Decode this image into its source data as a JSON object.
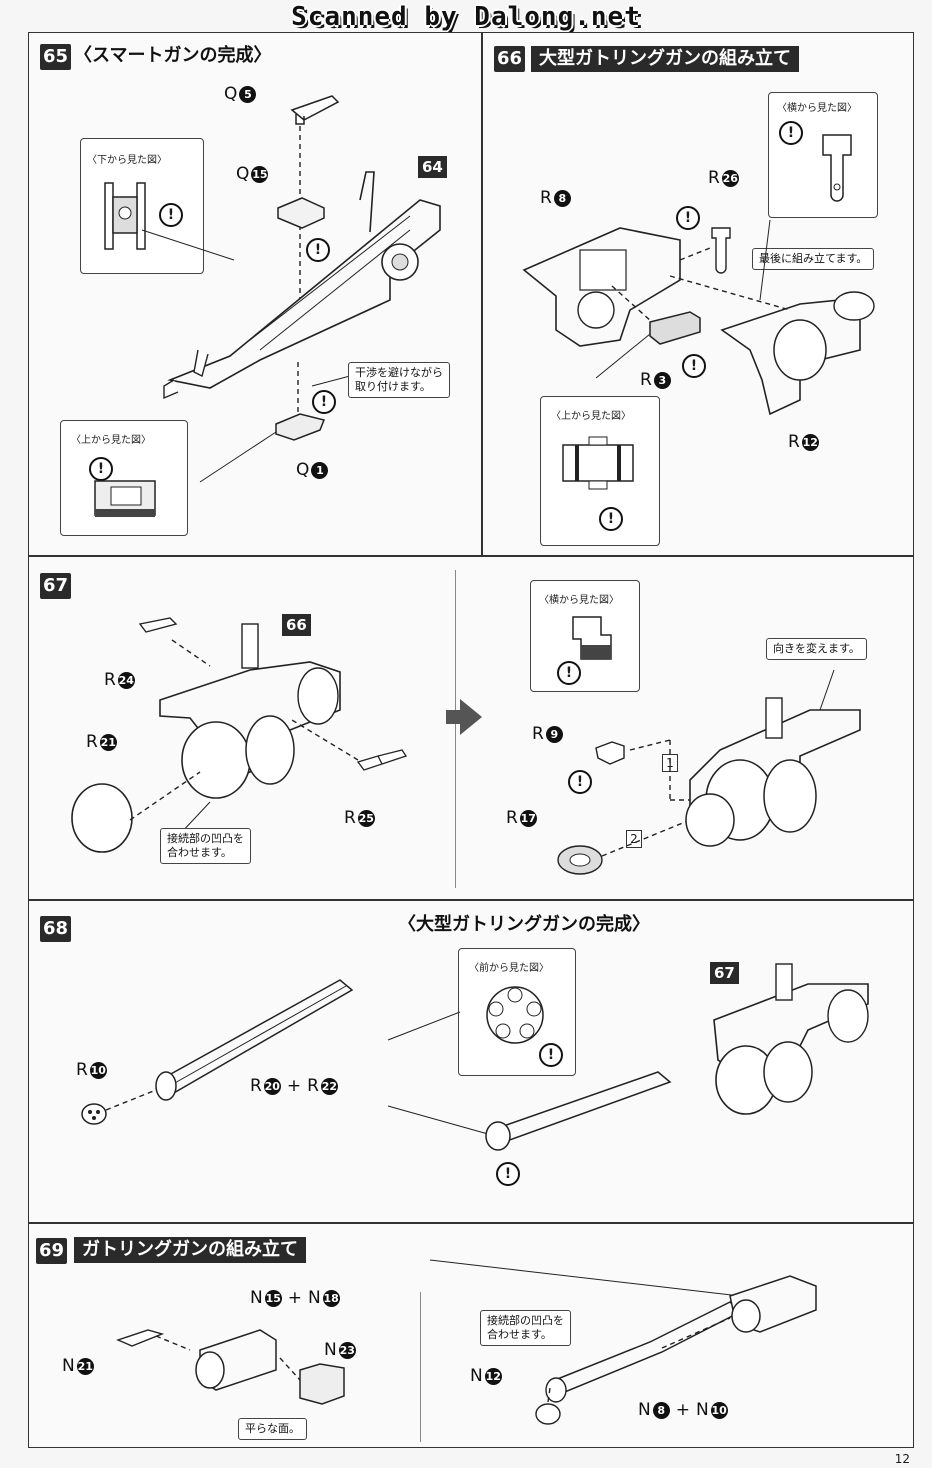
{
  "header": "Scanned by Dalong.net",
  "page_number": "12",
  "warn_mark": "!",
  "steps": {
    "s65": {
      "num": "65",
      "title": "〈スマートガンの完成〉",
      "callouts": {
        "bottom_view": "〈下から見た図〉",
        "top_view": "〈上から見た図〉"
      },
      "note": [
        "干渉を避けながら",
        "取り付けます。"
      ],
      "ref_tag": "64",
      "parts": [
        {
          "letter": "Q",
          "num": "5"
        },
        {
          "letter": "Q",
          "num": "15"
        },
        {
          "letter": "Q",
          "num": "1"
        }
      ]
    },
    "s66": {
      "num": "66",
      "title": "大型ガトリングガンの組み立て",
      "callouts": {
        "side_view": "〈横から見た図〉",
        "top_view": "〈上から見た図〉"
      },
      "note": "最後に組み立てます。",
      "parts": [
        {
          "letter": "R",
          "num": "8"
        },
        {
          "letter": "R",
          "num": "26"
        },
        {
          "letter": "R",
          "num": "3"
        },
        {
          "letter": "R",
          "num": "12"
        }
      ]
    },
    "s67": {
      "num": "67",
      "ref_tag": "66",
      "note_left": [
        "接続部の凹凸を",
        "合わせます。"
      ],
      "callout": "〈横から見た図〉",
      "note_right": "向きを変えます。",
      "order": [
        "1",
        "2"
      ],
      "parts": [
        {
          "letter": "R",
          "num": "24"
        },
        {
          "letter": "R",
          "num": "21"
        },
        {
          "letter": "R",
          "num": "25"
        },
        {
          "letter": "R",
          "num": "9"
        },
        {
          "letter": "R",
          "num": "17"
        }
      ]
    },
    "s68": {
      "num": "68",
      "title": "〈大型ガトリングガンの完成〉",
      "callout": "〈前から見た図〉",
      "ref_tag": "67",
      "plus": "+",
      "parts": [
        {
          "letter": "R",
          "num": "10"
        },
        {
          "letter": "R",
          "num": "20"
        },
        {
          "letter": "R",
          "num": "22"
        }
      ]
    },
    "s69": {
      "num": "69",
      "title": "ガトリングガンの組み立て",
      "note_left": "平らな面。",
      "note_right": [
        "接続部の凹凸を",
        "合わせます。"
      ],
      "plus": "+",
      "parts": [
        {
          "letter": "N",
          "num": "15"
        },
        {
          "letter": "N",
          "num": "18"
        },
        {
          "letter": "N",
          "num": "21"
        },
        {
          "letter": "N",
          "num": "23"
        },
        {
          "letter": "N",
          "num": "12"
        },
        {
          "letter": "N",
          "num": "8"
        },
        {
          "letter": "N",
          "num": "10"
        }
      ]
    }
  }
}
